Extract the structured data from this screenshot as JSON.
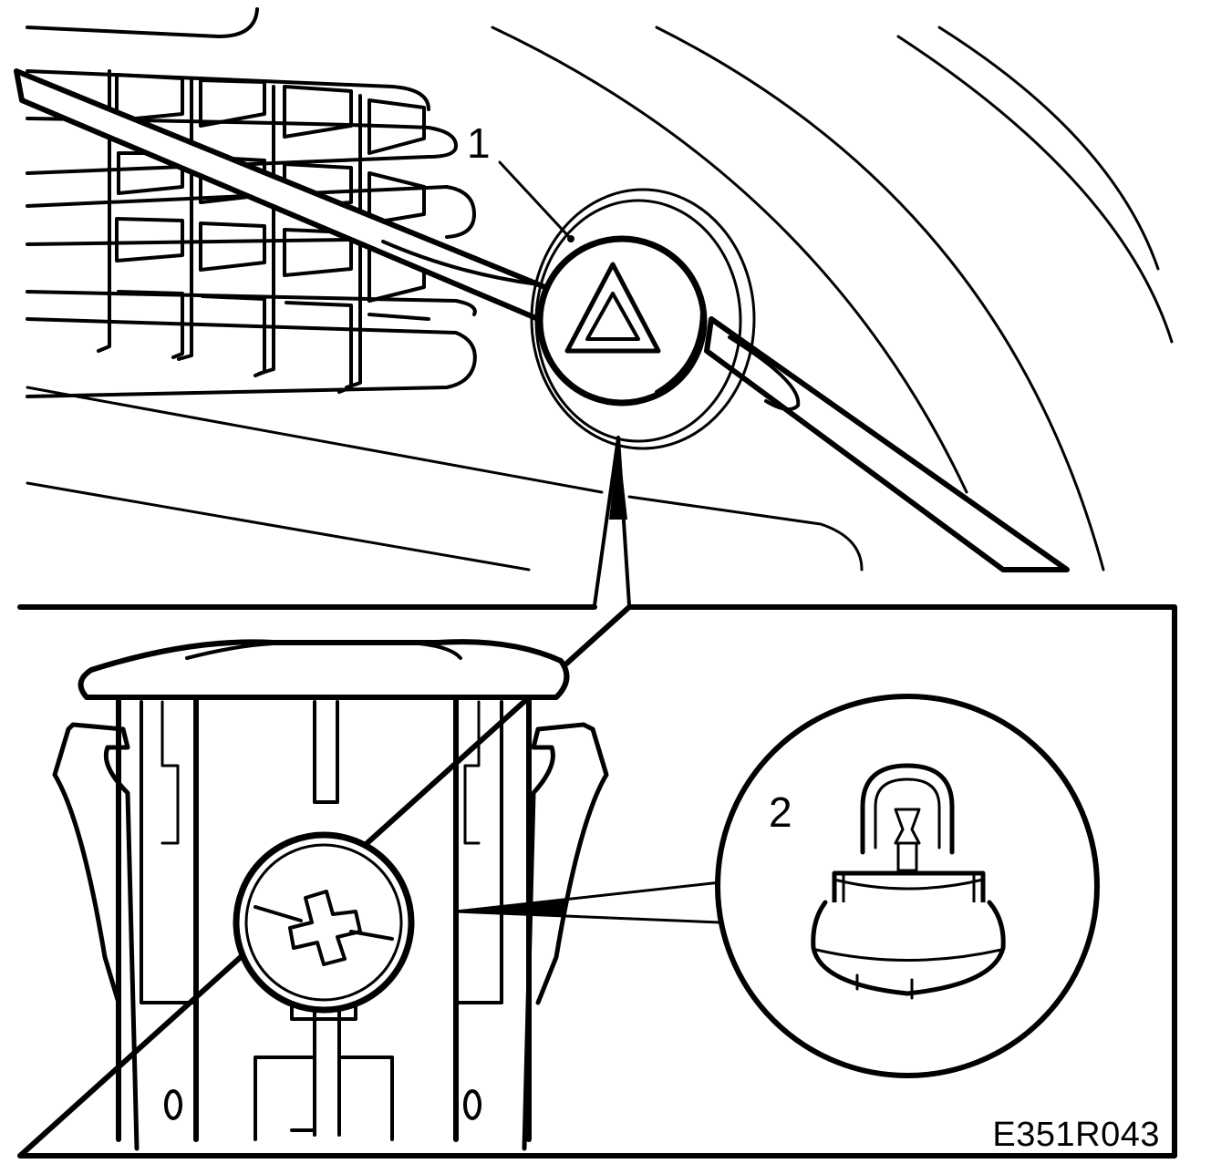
{
  "figure": {
    "callouts": [
      {
        "id": "1",
        "text": "1"
      },
      {
        "id": "2",
        "text": "2"
      }
    ],
    "figure_code": "E351R043"
  },
  "colors": {
    "line": "#000000",
    "background": "#ffffff"
  },
  "parts": {
    "upper_view": [
      "air-vent-grille",
      "screwdriver",
      "hazard-warning-switch"
    ],
    "detail_view": [
      "switch-housing",
      "bulb-holder-screw",
      "bulb"
    ]
  }
}
